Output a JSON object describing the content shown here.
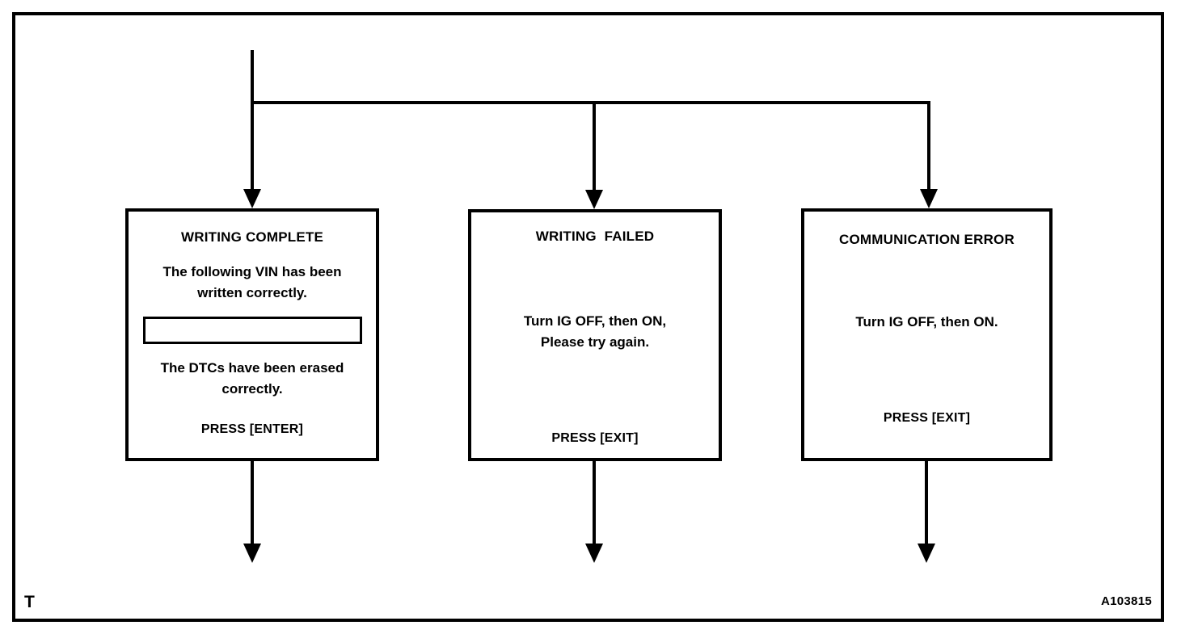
{
  "figure": {
    "corner_mark": "T",
    "figure_id": "A103815"
  },
  "dialogs": [
    {
      "id": "writing-complete",
      "title": "WRITING COMPLETE",
      "body_1": "The following VIN has been written correctly.",
      "vin_value": "",
      "body_2": "The DTCs have been erased correctly.",
      "footer": "PRESS [ENTER]"
    },
    {
      "id": "writing-failed",
      "title": "WRITING  FAILED",
      "body": "Turn IG OFF, then ON,\nPlease try again.",
      "footer": "PRESS [EXIT]"
    },
    {
      "id": "communication-error",
      "title": "COMMUNICATION ERROR",
      "body": "Turn IG OFF, then ON.",
      "footer": "PRESS [EXIT]"
    }
  ],
  "colors": {
    "line": "#000000",
    "background": "#ffffff"
  }
}
